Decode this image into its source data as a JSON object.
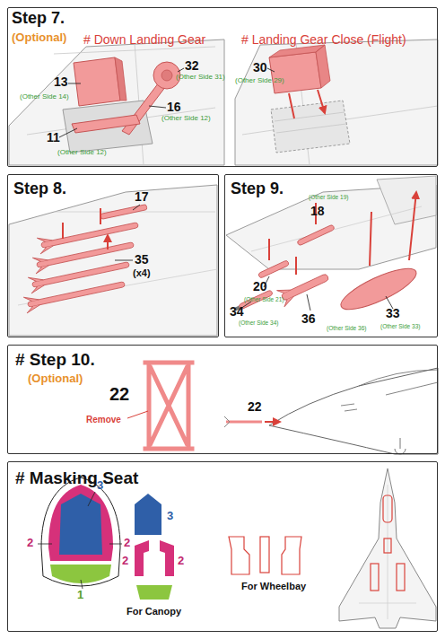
{
  "diagram": {
    "nodes": [
      {
        "text": [
          "Step 7.",
          "(Optional)",
          "# Down Landing Gear",
          "# Landing Gear Close (Flight)"
        ]
      },
      {
        "text": [
          "Step 8."
        ]
      },
      {
        "text": [
          "Step 9."
        ]
      },
      {
        "text": [
          "# Step 10.",
          "(Optional)"
        ]
      },
      {
        "text": [
          "# Masking Seat",
          "For Canopy",
          "For Wheelbay"
        ]
      }
    ],
    "labels": [
      "13",
      "(Other Side 14)",
      "32",
      "(Other Side 31)",
      "16",
      "(Other Side 12)",
      "11",
      "(Other Side 12)",
      "30",
      "(Other Side 29)",
      "17",
      "35",
      "(x4)",
      "(Other Side 19)",
      "18",
      "20",
      "(Other Side 21)",
      "34",
      "(Other Side 34)",
      "36",
      "(Other Side 36)",
      "33",
      "(Other Side 33)",
      "22",
      "Remove",
      "22",
      "3",
      "2",
      "2",
      "1",
      "3",
      "2",
      "2"
    ]
  }
}
